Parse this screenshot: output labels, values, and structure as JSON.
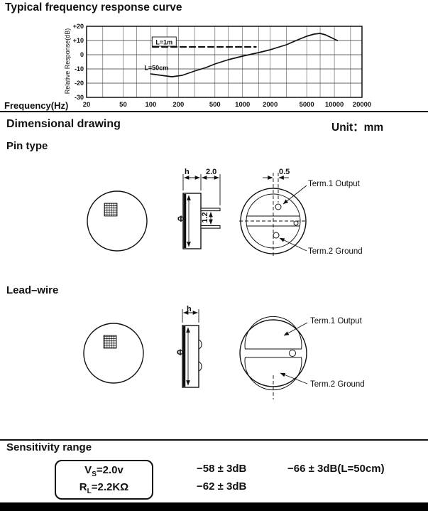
{
  "page": {
    "title": "Typical frequency response curve",
    "dimensional_heading": "Dimensional drawing",
    "unit_label": "Unit：mm",
    "pin_type_heading": "Pin type",
    "lead_wire_heading": "Lead–wire",
    "sensitivity_heading": "Sensitivity range"
  },
  "chart_data": {
    "type": "line",
    "title": "Typical frequency response curve",
    "xlabel": "Frequency(Hz)",
    "ylabel": "Relative Response(dB)",
    "x_scale": "log",
    "xlim": [
      20,
      20000
    ],
    "ylim": [
      -30,
      20
    ],
    "x_ticks": [
      20,
      50,
      100,
      200,
      500,
      1000,
      2000,
      5000,
      10000,
      20000
    ],
    "x_gridlines": [
      20,
      30,
      50,
      70,
      100,
      150,
      200,
      300,
      500,
      700,
      1000,
      1500,
      2000,
      3000,
      5000,
      7000,
      10000,
      15000,
      20000
    ],
    "y_ticks": [
      20,
      10,
      0,
      -10,
      -20,
      -30
    ],
    "y_tick_labels": [
      "+20",
      "+10",
      "0",
      "-10",
      "-20",
      "-30"
    ],
    "grid": true,
    "legend_position": "inline",
    "series": [
      {
        "name": "L=1m",
        "style": "dashed",
        "label_box": true,
        "label_x": 140,
        "label_y": 9,
        "x": [
          105,
          1400
        ],
        "y": [
          5.5,
          5.5
        ]
      },
      {
        "name": "L=50cm",
        "style": "solid",
        "label_box": false,
        "label_x": 115,
        "label_y": -9,
        "x": [
          100,
          130,
          170,
          220,
          300,
          400,
          500,
          700,
          1000,
          1500,
          2000,
          3000,
          4000,
          5000,
          6000,
          7000,
          8000,
          10000,
          10800
        ],
        "y": [
          -13.5,
          -14.5,
          -15.5,
          -14.5,
          -11.5,
          -9,
          -6.5,
          -3.5,
          -1,
          1.5,
          3.5,
          7,
          10.5,
          13,
          14.5,
          15,
          14,
          11,
          10
        ]
      }
    ]
  },
  "pin_type": {
    "dim_h": "h",
    "dim_pin_length": "2.0",
    "dim_terminal_offset": "0.5",
    "dim_pin_spacing": "1.2",
    "dim_diameter": "Φ",
    "term1_label": "Term.1 Output",
    "term2_label": "Term.2 Ground"
  },
  "lead_wire": {
    "dim_h": "h",
    "dim_diameter": "Φ",
    "term1_label": "Term.1 Output",
    "term2_label": "Term.2 Ground"
  },
  "sensitivity": {
    "vs_main": "V",
    "vs_sub": "S",
    "vs_rest": "=2.0v",
    "rl_main": "R",
    "rl_sub": "L",
    "rl_rest": "=2.2KΩ",
    "value1": "−58 ± 3dB",
    "value2": "−66 ± 3dB(L=50cm)",
    "value3": "−62 ± 3dB"
  }
}
